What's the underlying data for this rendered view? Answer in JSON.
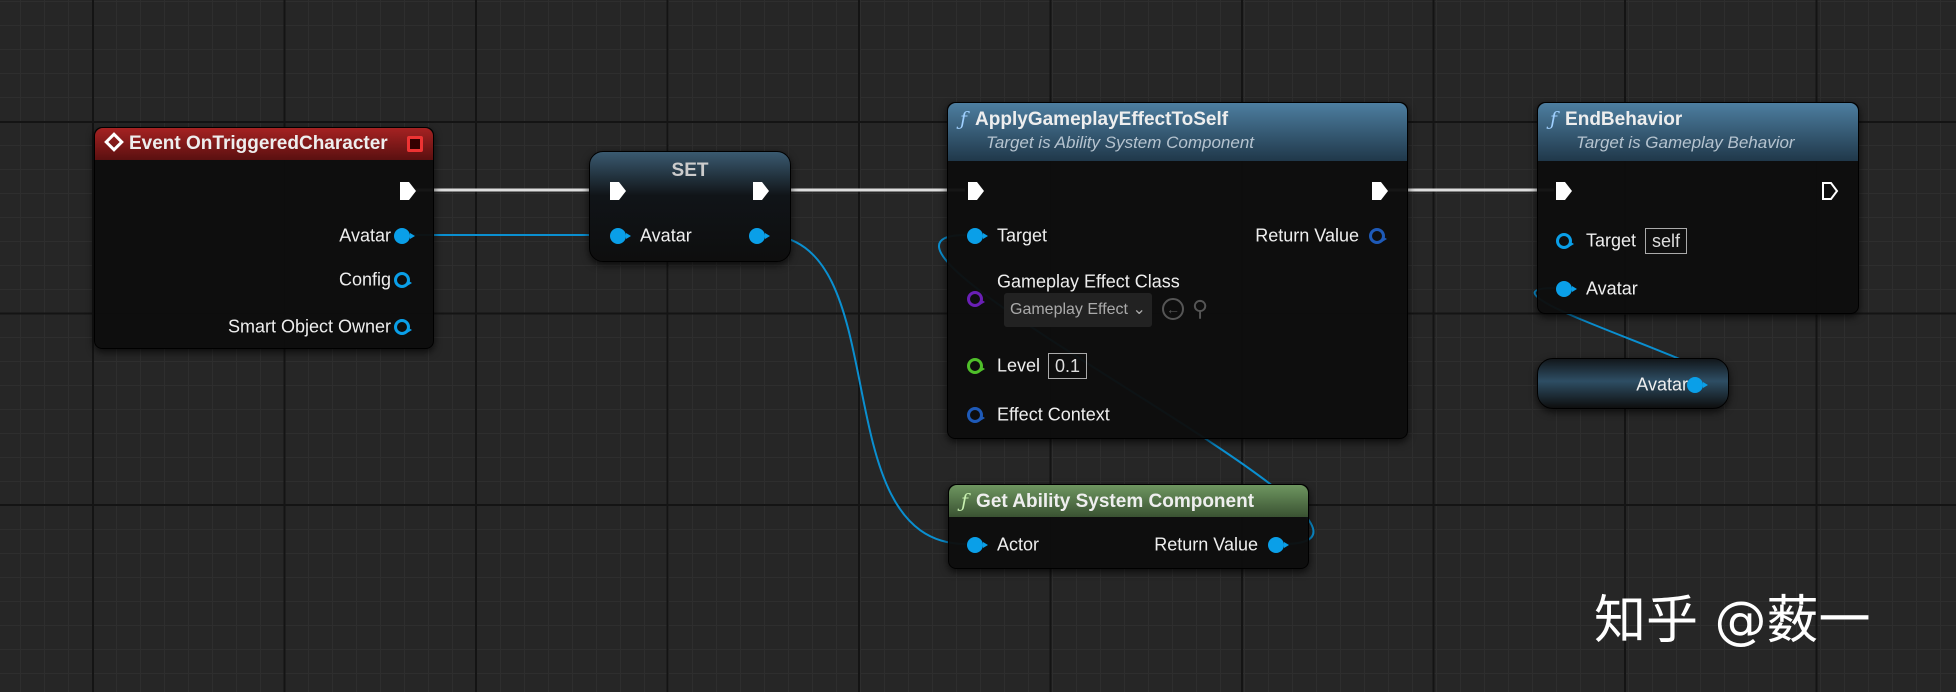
{
  "nodes": {
    "event": {
      "title": "Event OnTriggeredCharacter",
      "outputs": [
        "Avatar",
        "Config",
        "Smart Object Owner"
      ]
    },
    "set": {
      "title": "SET",
      "input": "Avatar"
    },
    "apply": {
      "title": "ApplyGameplayEffectToSelf",
      "subtitle": "Target is Ability System Component",
      "target": "Target",
      "return_value": "Return Value",
      "effect_class_label": "Gameplay Effect Class",
      "effect_class_value": "Gameplay Effect",
      "level_label": "Level",
      "level_value": "0.1",
      "effect_context": "Effect Context"
    },
    "end": {
      "title": "EndBehavior",
      "subtitle": "Target is Gameplay Behavior",
      "target": "Target",
      "target_value": "self",
      "avatar": "Avatar"
    },
    "avatar_getter": {
      "label": "Avatar"
    },
    "get_asc": {
      "title": "Get Ability System Component",
      "actor": "Actor",
      "return_value": "Return Value"
    }
  },
  "colors": {
    "event_header": "#8b1a1a",
    "function_header": "#3c6a8a",
    "pure_header": "#5c7e4e",
    "object_pin": "#0a9fe8"
  },
  "watermark": "知乎 @薮一"
}
